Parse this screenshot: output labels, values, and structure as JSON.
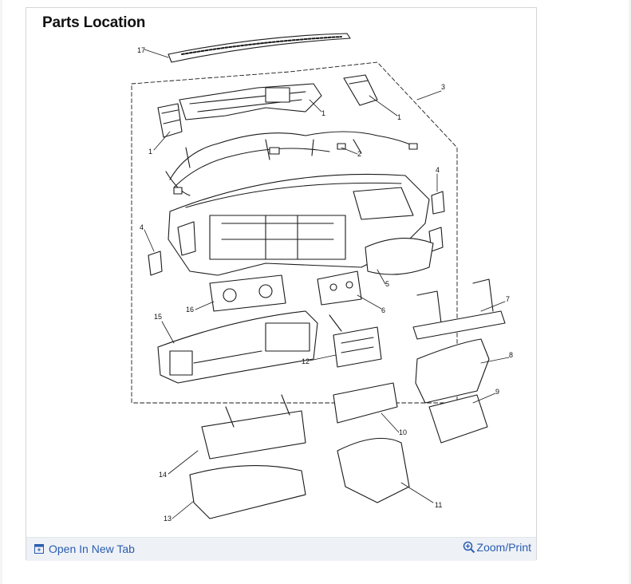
{
  "title": "Parts Location",
  "callouts": [
    "17",
    "3",
    "1",
    "1",
    "1",
    "2",
    "4",
    "4",
    "5",
    "6",
    "7",
    "8",
    "16",
    "15",
    "12",
    "9",
    "10",
    "14",
    "13",
    "11"
  ],
  "footer": {
    "open_tab": "Open In New Tab",
    "zoom_print": "Zoom/Print"
  },
  "colors": {
    "link": "#2a5db0",
    "footer_bg": "#eef1f6",
    "line_art": "#1a1a1a"
  },
  "icons": {
    "open_tab": "open-in-new-tab-icon",
    "zoom": "zoom-in-icon"
  }
}
